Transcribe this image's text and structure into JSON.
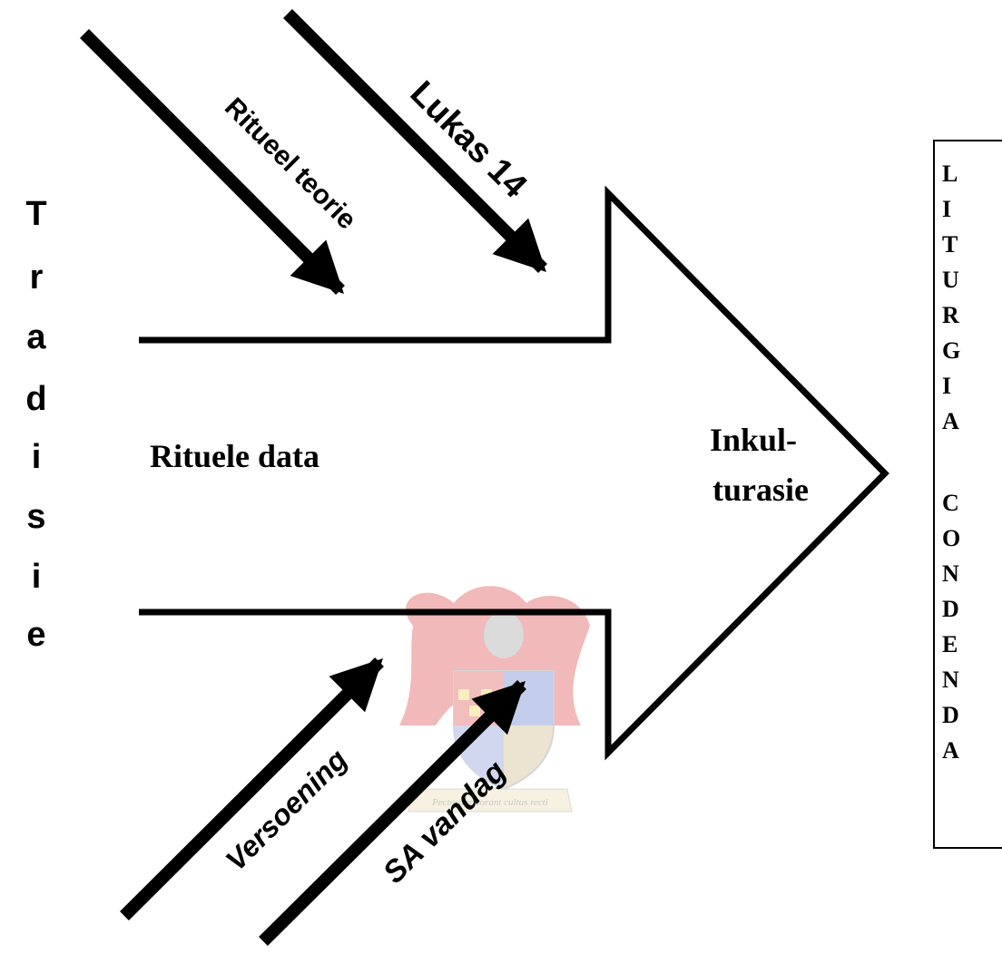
{
  "left_label": [
    "T",
    "r",
    "a",
    "d",
    "i",
    "s",
    "i",
    "e"
  ],
  "main_arrow": {
    "label": "Rituele data",
    "tip_label_line1": "Inkul-",
    "tip_label_line2": "turasie"
  },
  "incoming_arrows": {
    "top_left": "Ritueel teorie",
    "top_right": "Lukas 14",
    "bottom_left": "Versoening",
    "bottom_right": "SA vandag"
  },
  "watermark": {
    "motto": "Pectora roborant cultus recti"
  },
  "result_box": {
    "word1": [
      "L",
      "I",
      "T",
      "U",
      "R",
      "G",
      "I",
      "A"
    ],
    "word2": [
      "C",
      "O",
      "N",
      "D",
      "E",
      "N",
      "D",
      "A"
    ]
  }
}
